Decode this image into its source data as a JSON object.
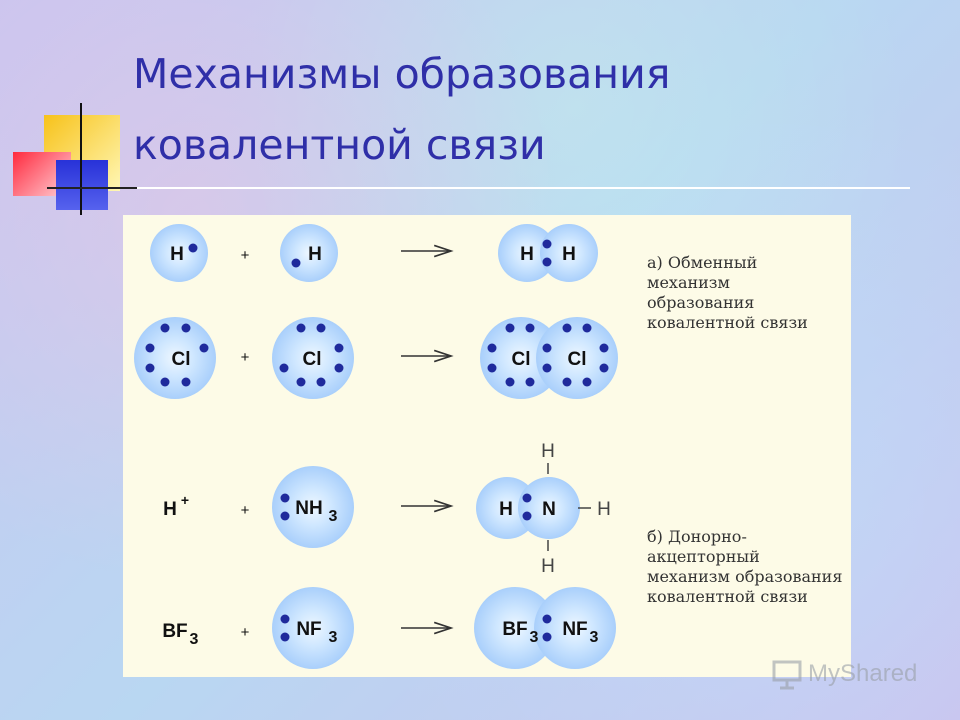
{
  "slide": {
    "title_line1": "Механизмы образования",
    "title_line2": "ковалентной связи"
  },
  "figure": {
    "caption_a": "а) Обменный\nмеханизм\nобразования\nковалентной связи",
    "caption_b": "б) Донорно-\nакцепторный\nмеханизм образования\nковалентной связи",
    "plus": "+",
    "row1": {
      "left": "H",
      "right": "H",
      "prod_left": "H",
      "prod_right": "H"
    },
    "row2": {
      "left": "Cl",
      "right": "Cl",
      "prod_left": "Cl",
      "prod_right": "Cl"
    },
    "row3": {
      "left": "H",
      "left_sup": "+",
      "right": "NH",
      "right_sub": "3",
      "prod_left": "H",
      "prod_center": "N",
      "sub_top": "H",
      "sub_right": "H",
      "sub_bottom": "H"
    },
    "row4": {
      "left": "BF",
      "left_sub": "3",
      "right": "NF",
      "right_sub": "3",
      "prod_left": "BF",
      "prod_left_sub": "3",
      "prod_right": "NF",
      "prod_right_sub": "3"
    }
  },
  "watermark": {
    "text": "MyShared"
  },
  "colors": {
    "title": "#2f2fa8",
    "electron": "#1f2a9c",
    "atom_glow": "#b9dcff"
  }
}
